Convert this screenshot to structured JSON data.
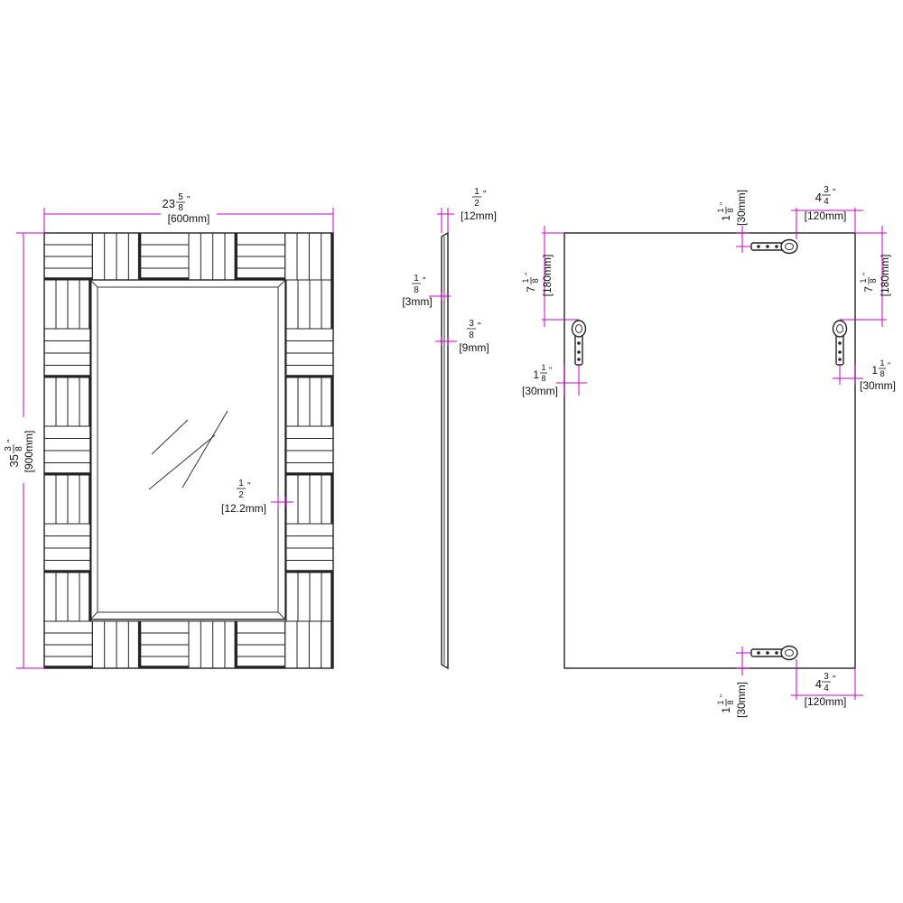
{
  "colors": {
    "dimension": "#c800c8",
    "outline": "#222222",
    "background": "#ffffff"
  },
  "front_view": {
    "width_dim": {
      "whole": "23",
      "num": "5",
      "den": "8",
      "unit": "\"",
      "mm": "[600mm]"
    },
    "height_dim": {
      "whole": "35",
      "num": "3",
      "den": "8",
      "unit": "\"",
      "mm": "[900mm]"
    },
    "bevel_dim": {
      "num": "1",
      "den": "2",
      "unit": "\"",
      "mm": "[12.2mm]"
    }
  },
  "side_view": {
    "thickness_dim": {
      "num": "1",
      "den": "2",
      "unit": "\"",
      "mm": "[12mm]"
    },
    "glass_dim": {
      "num": "1",
      "den": "8",
      "unit": "\"",
      "mm": "[3mm]"
    },
    "backing_dim": {
      "num": "3",
      "den": "8",
      "unit": "\"",
      "mm": "[9mm]"
    }
  },
  "back_view": {
    "top_hook_offset": {
      "whole": "1",
      "num": "1",
      "den": "8",
      "unit": "\"",
      "mm": "[30mm]"
    },
    "top_hook_from_right": {
      "whole": "4",
      "num": "3",
      "den": "4",
      "unit": "\"",
      "mm": "[120mm]"
    },
    "left_hook_from_top": {
      "whole": "7",
      "num": "1",
      "den": "8",
      "unit": "\"",
      "mm": "[180mm]"
    },
    "right_hook_from_top": {
      "whole": "7",
      "num": "1",
      "den": "8",
      "unit": "\"",
      "mm": "[180mm]"
    },
    "left_hook_offset": {
      "whole": "1",
      "num": "1",
      "den": "8",
      "unit": "\"",
      "mm": "[30mm]"
    },
    "right_hook_offset": {
      "whole": "1",
      "num": "1",
      "den": "8",
      "unit": "\"",
      "mm": "[30mm]"
    },
    "bottom_hook_offset": {
      "whole": "1",
      "num": "1",
      "den": "8",
      "unit": "\"",
      "mm": "[30mm]"
    },
    "bottom_hook_from_right": {
      "whole": "4",
      "num": "3",
      "den": "4",
      "unit": "\"",
      "mm": "[120mm]"
    }
  }
}
